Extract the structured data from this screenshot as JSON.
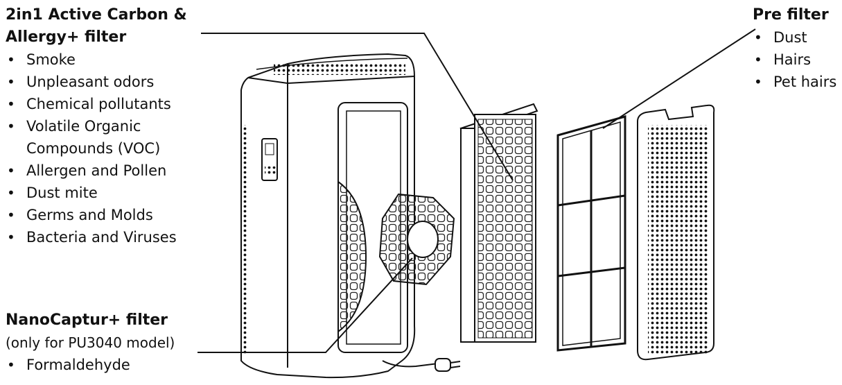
{
  "active_carbon": {
    "title_line1": "2in1 Active Carbon &",
    "title_line2": "Allergy+ filter",
    "items": [
      "Smoke",
      "Unpleasant odors",
      "Chemical pollutants",
      "Volatile Organic",
      "Compounds (VOC)",
      "Allergen and Pollen",
      "Dust mite",
      "Germs and Molds",
      "Bacteria and Viruses"
    ]
  },
  "pre_filter": {
    "title": "Pre filter",
    "items": [
      "Dust",
      "Hairs",
      "Pet hairs"
    ]
  },
  "nanocaptur": {
    "title": "NanoCaptur+ filter",
    "subtitle": "(only for PU3040 model)",
    "items": [
      "Formaldehyde"
    ]
  }
}
